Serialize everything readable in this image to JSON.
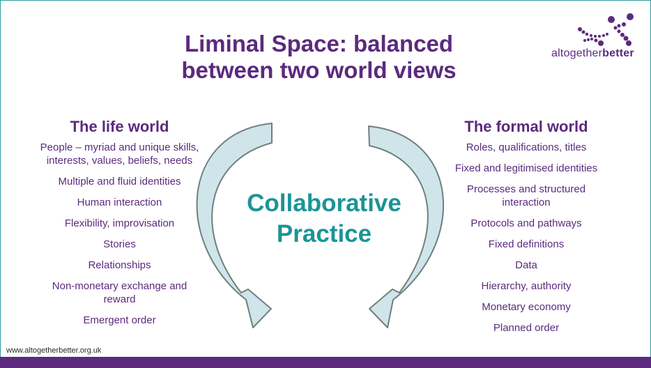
{
  "title_line1": "Liminal Space: balanced",
  "title_line2": "between two world views",
  "logo": {
    "text_light": "altogether",
    "text_bold": "better"
  },
  "center": {
    "line1": "Collaborative",
    "line2": "Practice"
  },
  "life_world": {
    "heading": "The life world",
    "items": [
      "People – myriad and unique skills, interests, values, beliefs, needs",
      "Multiple and fluid identities",
      "Human interaction",
      "Flexibility, improvisation",
      "Stories",
      "Relationships",
      "Non-monetary exchange and reward",
      "Emergent order"
    ]
  },
  "formal_world": {
    "heading": "The formal world",
    "items": [
      "Roles, qualifications, titles",
      "Fixed and legitimised identities",
      "Processes and structured interaction",
      "Protocols and pathways",
      "Fixed definitions",
      "Data",
      "Hierarchy, authority",
      "Monetary economy",
      "Planned order"
    ]
  },
  "url": "www.altogetherbetter.org.uk",
  "colors": {
    "purple": "#5b2a7e",
    "teal": "#1b9497",
    "arrow_fill": "#cfe5ea",
    "arrow_stroke": "#6f7f7f"
  }
}
